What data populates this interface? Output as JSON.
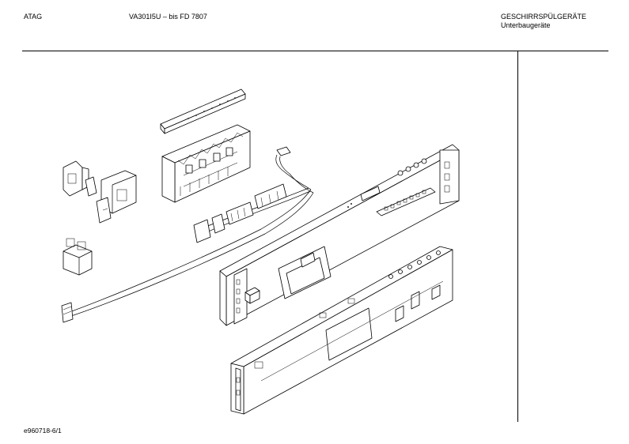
{
  "header": {
    "brand": "ATAG",
    "model": "VA301I5U – bis FD 7807",
    "category_line1": "GESCHIRRSPÜLGERÄTE",
    "category_line2": "Unterbaugeräte"
  },
  "footer": {
    "document_id": "e960718-6/1"
  },
  "icons": [
    "exploded-parts-drawing"
  ],
  "colors": {
    "ink": "#000000",
    "paper": "#ffffff"
  }
}
